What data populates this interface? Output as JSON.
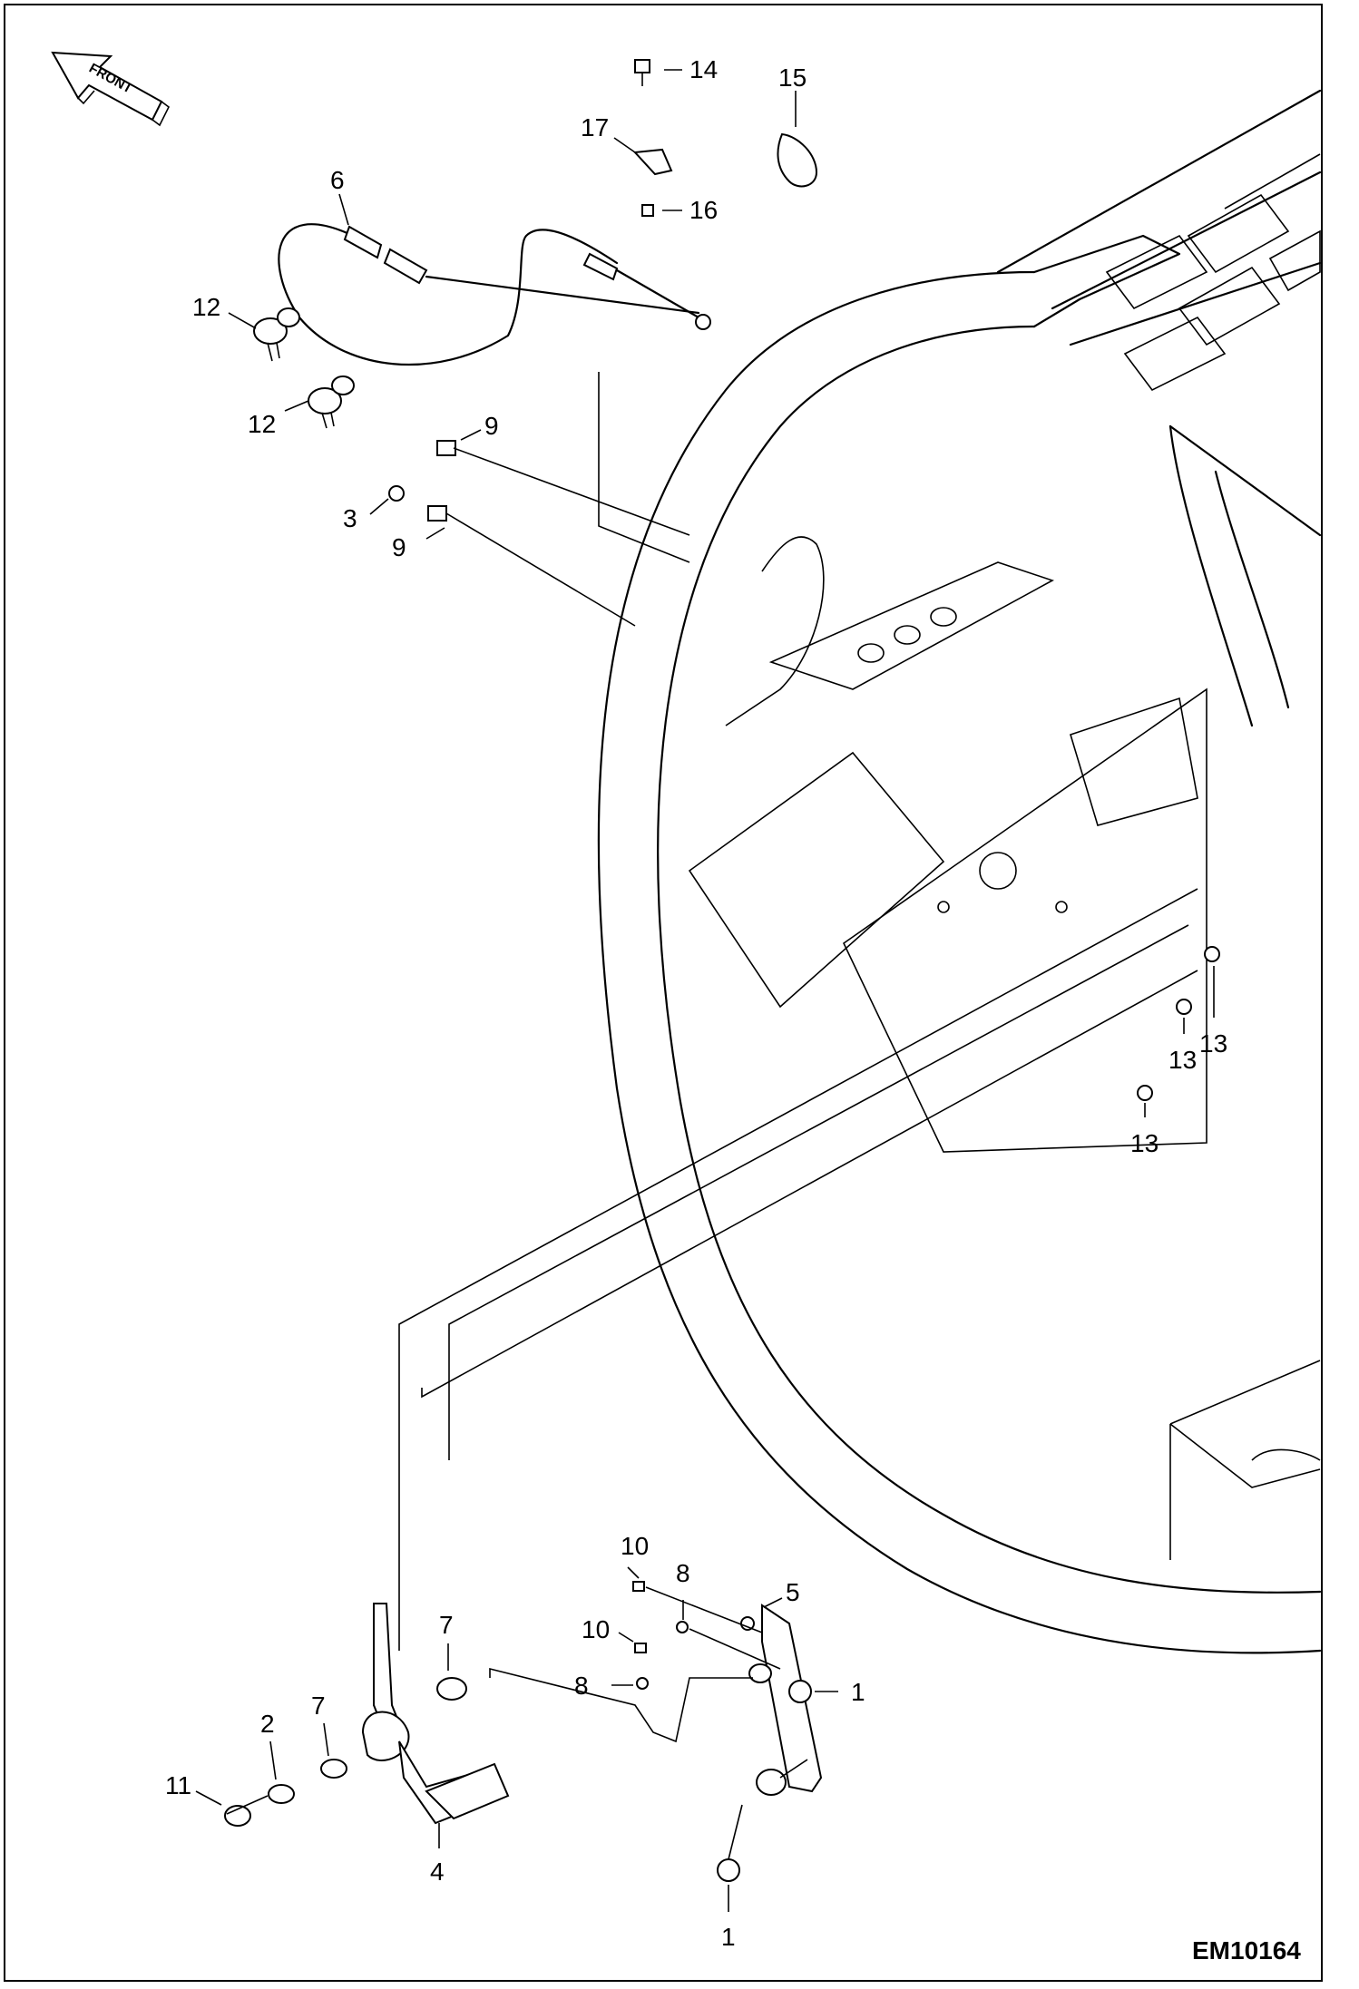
{
  "diagram": {
    "front_label": "FRONT",
    "drawing_code": "EM10164",
    "callouts": [
      {
        "id": "c14",
        "label": "14"
      },
      {
        "id": "c15",
        "label": "15"
      },
      {
        "id": "c17",
        "label": "17"
      },
      {
        "id": "c16",
        "label": "16"
      },
      {
        "id": "c6",
        "label": "6"
      },
      {
        "id": "c12a",
        "label": "12"
      },
      {
        "id": "c12b",
        "label": "12"
      },
      {
        "id": "c9a",
        "label": "9"
      },
      {
        "id": "c3",
        "label": "3"
      },
      {
        "id": "c9b",
        "label": "9"
      },
      {
        "id": "c13a",
        "label": "13"
      },
      {
        "id": "c13b",
        "label": "13"
      },
      {
        "id": "c13c",
        "label": "13"
      },
      {
        "id": "c10a",
        "label": "10"
      },
      {
        "id": "c8a",
        "label": "8"
      },
      {
        "id": "c5",
        "label": "5"
      },
      {
        "id": "c10b",
        "label": "10"
      },
      {
        "id": "c8b",
        "label": "8"
      },
      {
        "id": "c1a",
        "label": "1"
      },
      {
        "id": "c7a",
        "label": "7"
      },
      {
        "id": "c2",
        "label": "2"
      },
      {
        "id": "c7b",
        "label": "7"
      },
      {
        "id": "c11",
        "label": "11"
      },
      {
        "id": "c4",
        "label": "4"
      },
      {
        "id": "c1b",
        "label": "1"
      }
    ]
  }
}
